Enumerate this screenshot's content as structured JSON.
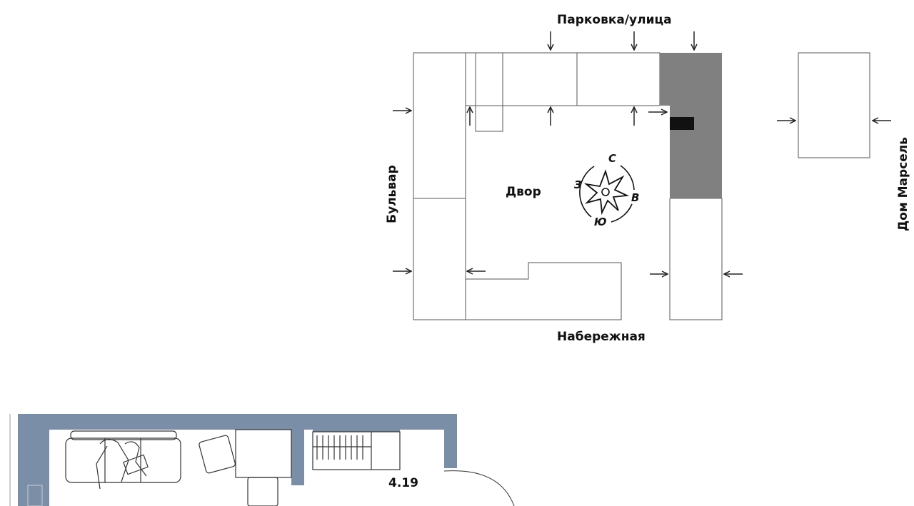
{
  "site_plan": {
    "top_street": "Парковка/улица",
    "bottom_street": "Набережная",
    "left_street": "Бульвар",
    "right_building": "Дом Марсель",
    "courtyard": "Двор",
    "compass": {
      "north": "С",
      "south": "Ю",
      "west": "З",
      "east": "В"
    }
  },
  "floor_plan": {
    "room_area": "4.19",
    "wall_color": "#7b8ea8"
  },
  "colors": {
    "highlight_block": "#808080",
    "line": "#222222"
  }
}
